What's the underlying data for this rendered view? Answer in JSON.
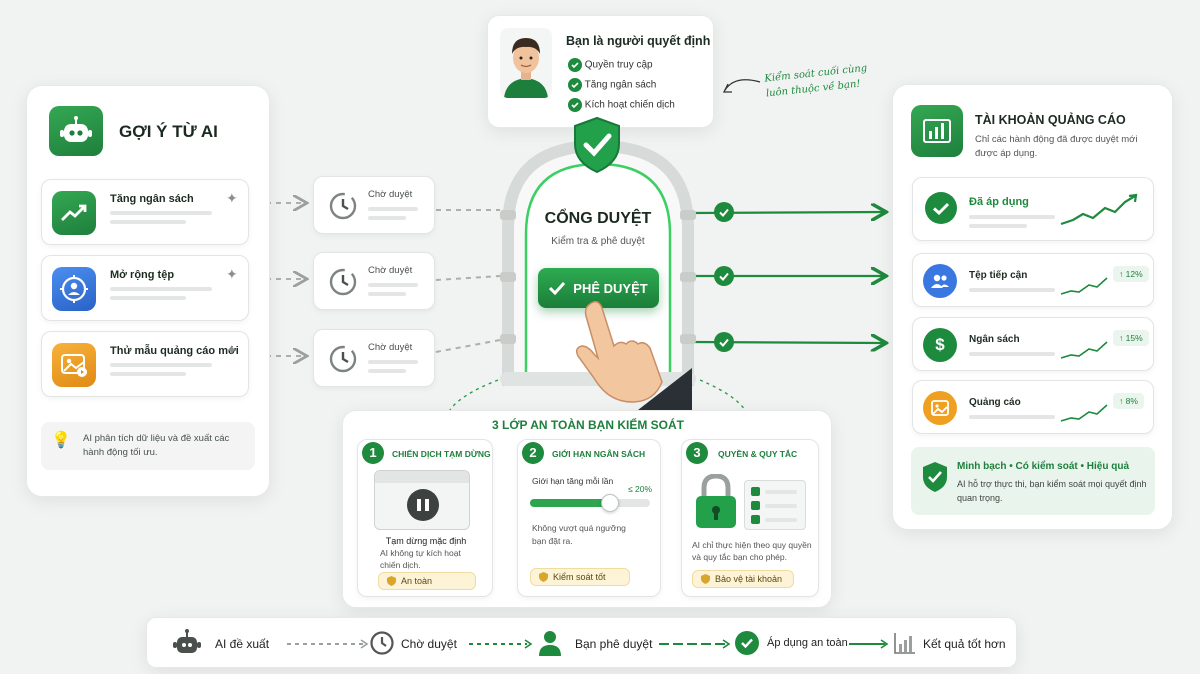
{
  "colors": {
    "brand_green": "#1e8a3e",
    "light_green": "#eaf6ed",
    "blue": "#2f6fdb",
    "orange": "#f0a020"
  },
  "ai": {
    "title": "GỢI Ý TỪ AI",
    "items": [
      {
        "label": "Tăng ngân sách",
        "icon": "trend-up-icon"
      },
      {
        "label": "Mở rộng tệp",
        "icon": "target-audience-icon"
      },
      {
        "label": "Thử mẫu quảng cáo mới",
        "icon": "image-ad-icon"
      }
    ],
    "note": "AI phân tích dữ liệu và đề xuất các hành động tối ưu."
  },
  "pending": {
    "label": "Chờ duyệt"
  },
  "decider": {
    "title": "Bạn là người quyết định",
    "items": [
      "Quyền truy cập",
      "Tăng ngân sách",
      "Kích hoạt chiến dịch"
    ],
    "note": "Kiểm soát cuối cùng luôn thuộc về bạn!"
  },
  "gate": {
    "title": "CỔNG DUYỆT",
    "subtitle": "Kiểm tra & phê duyệt",
    "button": "PHÊ DUYỆT"
  },
  "account": {
    "title": "TÀI KHOẢN QUẢNG CÁO",
    "subtitle": "Chỉ các hành động đã được duyệt mới được áp dụng.",
    "applied": "Đã áp dụng",
    "rows": [
      {
        "label": "Tệp tiếp cận",
        "change": "↑ 12%"
      },
      {
        "label": "Ngân sách",
        "change": "↑ 15%"
      },
      {
        "label": "Quảng cáo",
        "change": "↑ 8%"
      }
    ],
    "footer_title": "Minh bạch • Có kiểm soát • Hiệu quả",
    "footer_text": "AI hỗ trợ thực thi, bạn kiểm soát mọi quyết định quan trọng."
  },
  "layers": {
    "title": "3 LỚP AN TOÀN BẠN KIỂM SOÁT",
    "l1": {
      "num": "1",
      "title": "CHIẾN DỊCH TẠM DỪNG",
      "cap": "Tạm dừng mặc định",
      "desc": "AI không tự kích hoạt chiến dịch.",
      "pill": "An toàn"
    },
    "l2": {
      "num": "2",
      "title": "GIỚI HẠN NGÂN SÁCH",
      "slider_label": "Giới hạn tăng mỗi lần",
      "slider_value": "≤ 20%",
      "slider_fraction": 0.2,
      "desc": "Không vượt quá ngưỡng bạn đặt ra.",
      "pill": "Kiểm soát tốt"
    },
    "l3": {
      "num": "3",
      "title": "QUYỀN & QUY TẮC",
      "desc": "AI chỉ thực hiện theo quy quyền và quy tắc bạn cho phép.",
      "pill": "Bảo vệ tài khoản"
    }
  },
  "flow": [
    {
      "label": "AI đề xuất",
      "icon": "robot-icon"
    },
    {
      "label": "Chờ duyệt",
      "icon": "clock-icon"
    },
    {
      "label": "Bạn phê duyệt",
      "icon": "user-icon"
    },
    {
      "label": "Áp dụng an toàn",
      "icon": "check-circle-icon"
    },
    {
      "label": "Kết quả tốt hơn",
      "icon": "bar-chart-icon"
    }
  ]
}
